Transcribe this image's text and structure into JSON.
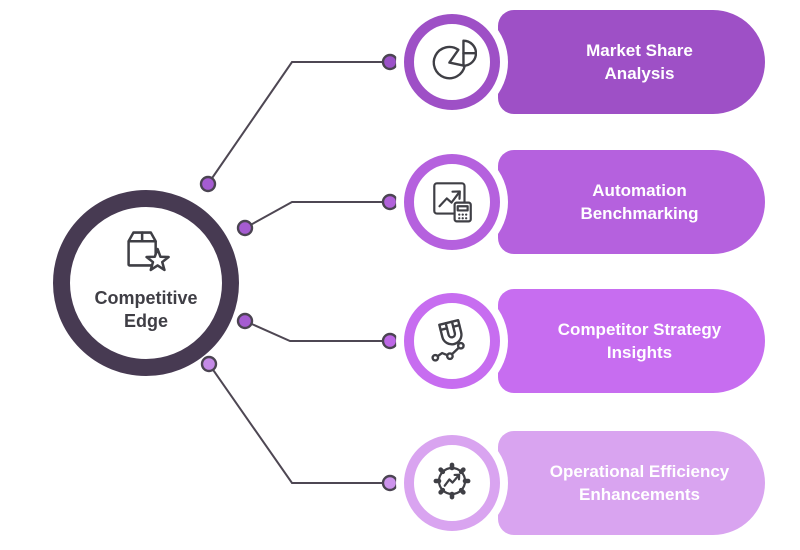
{
  "colors": {
    "background": "#ffffff",
    "line": "#4e4753",
    "dot-border": "#4b4452",
    "icon-stroke": "#3f3f45",
    "center-ring": "#473a52",
    "center-text": "#3f3e45",
    "pill-text": "#ffffff"
  },
  "center": {
    "icon": "package-star-icon",
    "label_lines": [
      "Competitive",
      "Edge"
    ]
  },
  "items": [
    {
      "icon": "pie-chart-icon",
      "label_lines": [
        "Market Share",
        "Analysis"
      ],
      "color": "#9e50c6",
      "dot_start": "#a55cd1",
      "dot_end": "#9b51c8"
    },
    {
      "icon": "chart-calculator-icon",
      "label_lines": [
        "Automation",
        "Benchmarking"
      ],
      "color": "#b561de",
      "dot_start": "#a55cd1",
      "dot_end": "#b161da"
    },
    {
      "icon": "magnet-trend-icon",
      "label_lines": [
        "Competitor Strategy",
        "Insights"
      ],
      "color": "#c76df0",
      "dot_start": "#a55cd1",
      "dot_end": "#bd67e6"
    },
    {
      "icon": "gear-trend-icon",
      "label_lines": [
        "Operational Efficiency",
        "Enhancements"
      ],
      "color": "#d9a4f0",
      "dot_start": "#c48ae6",
      "dot_end": "#cd93ec"
    }
  ]
}
